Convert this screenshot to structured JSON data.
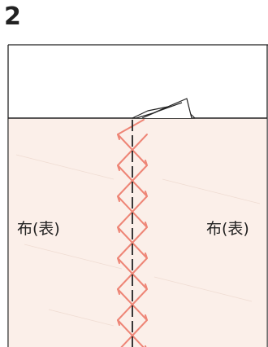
{
  "step_number": "2",
  "labels": {
    "left_fabric": "布(表)",
    "right_fabric": "布(表)"
  },
  "colors": {
    "fabric": "#fbefe9",
    "stitch": "#ee8576",
    "line": "#222222",
    "background": "#ffffff"
  },
  "stitch": {
    "type": "zigzag cross-stitch",
    "crosses": 7
  }
}
